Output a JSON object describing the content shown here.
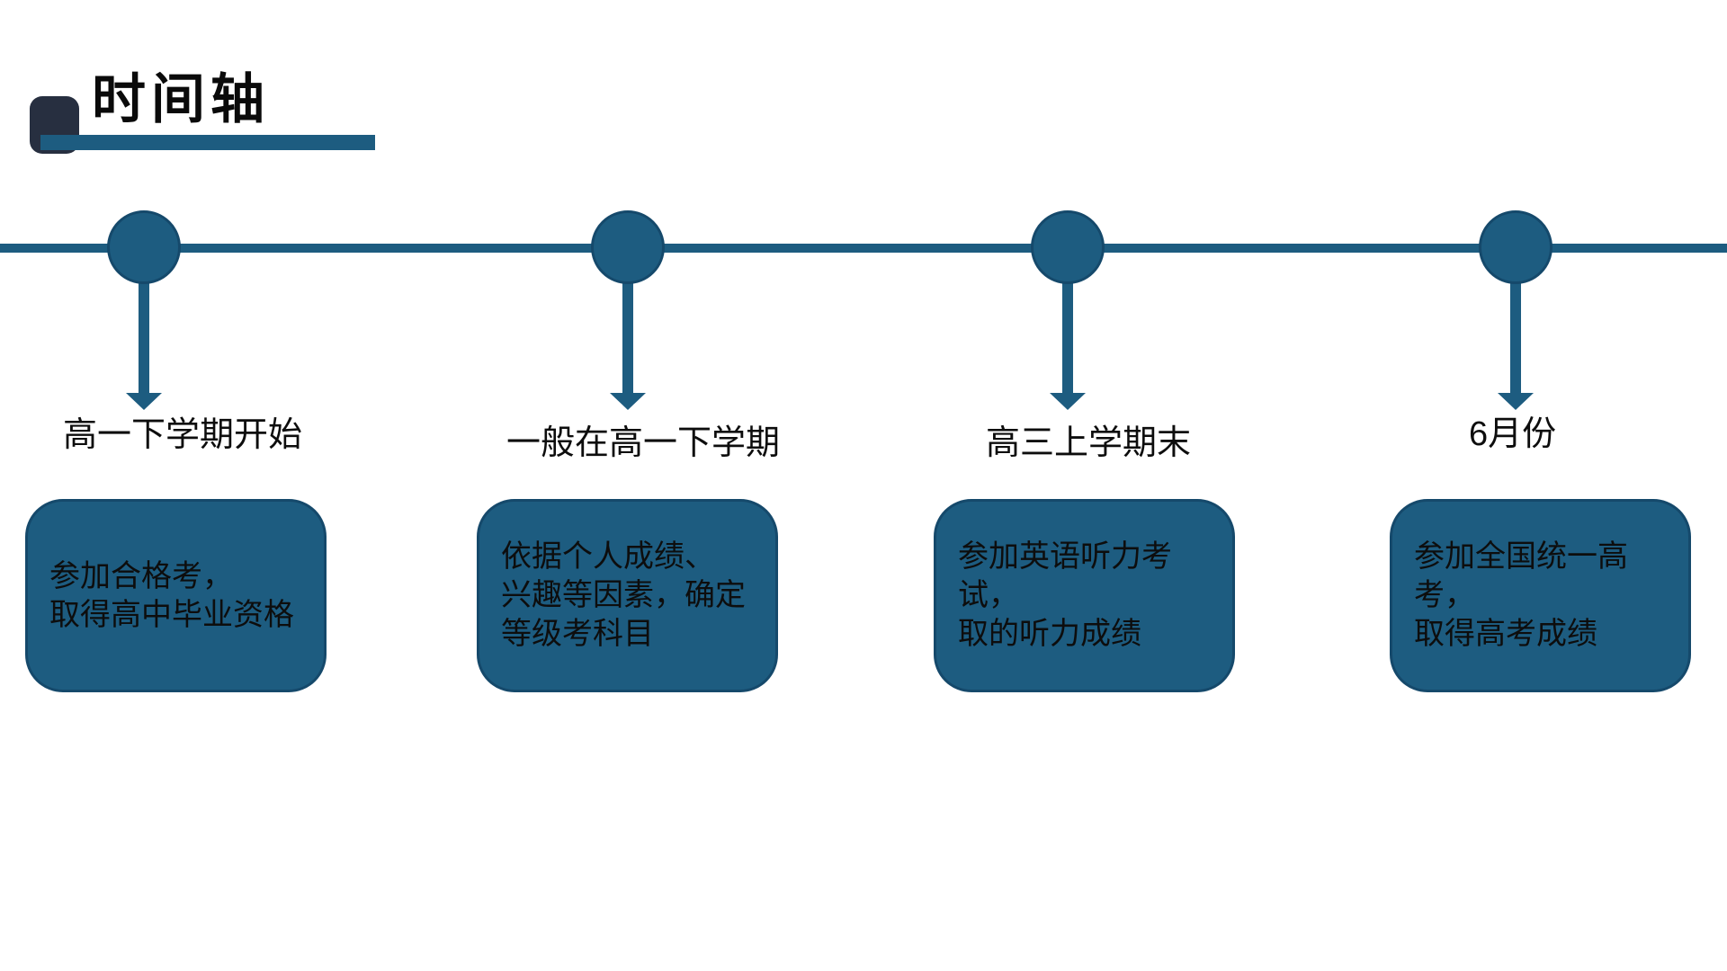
{
  "title": "时间轴",
  "colors": {
    "accent_teal": "#1D5C80",
    "accent_teal_dark": "#15496B",
    "accent_navy": "#272F40",
    "text": "#0d0d0d",
    "background": "#ffffff"
  },
  "timeline": {
    "milestones": [
      {
        "label": "高一下学期开始",
        "description": "参加合格考，\n取得高中毕业资格"
      },
      {
        "label": "一般在高一下学期",
        "description": "依据个人成绩、\n兴趣等因素，确定\n等级考科目"
      },
      {
        "label": "高三上学期末",
        "description": "参加英语听力考试，\n取的听力成绩"
      },
      {
        "label": "6月份",
        "description": "参加全国统一高考，\n取得高考成绩"
      }
    ]
  }
}
